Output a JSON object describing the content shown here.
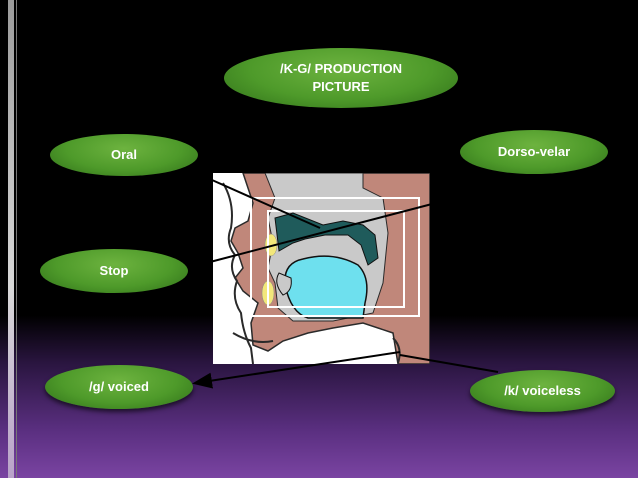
{
  "title": "/K-G/ PRODUCTION PICTURE",
  "title_lines": [
    "/K-G/ PRODUCTION",
    "PICTURE"
  ],
  "labels": {
    "oral": "Oral",
    "dorso_velar": "Dorso-velar",
    "stop": "Stop",
    "g_voiced": "/g/ voiced",
    "k_voiceless": "/k/ voiceless"
  },
  "colors": {
    "oval_green": "#4e9a2a",
    "tissue": "#c0877a",
    "tongue": "#6ee0ee",
    "velum": "#1f5b5b",
    "lips": "#f2e77a",
    "cavity_grey": "#c9c9c9",
    "background_bottom": "#7a44a2"
  }
}
